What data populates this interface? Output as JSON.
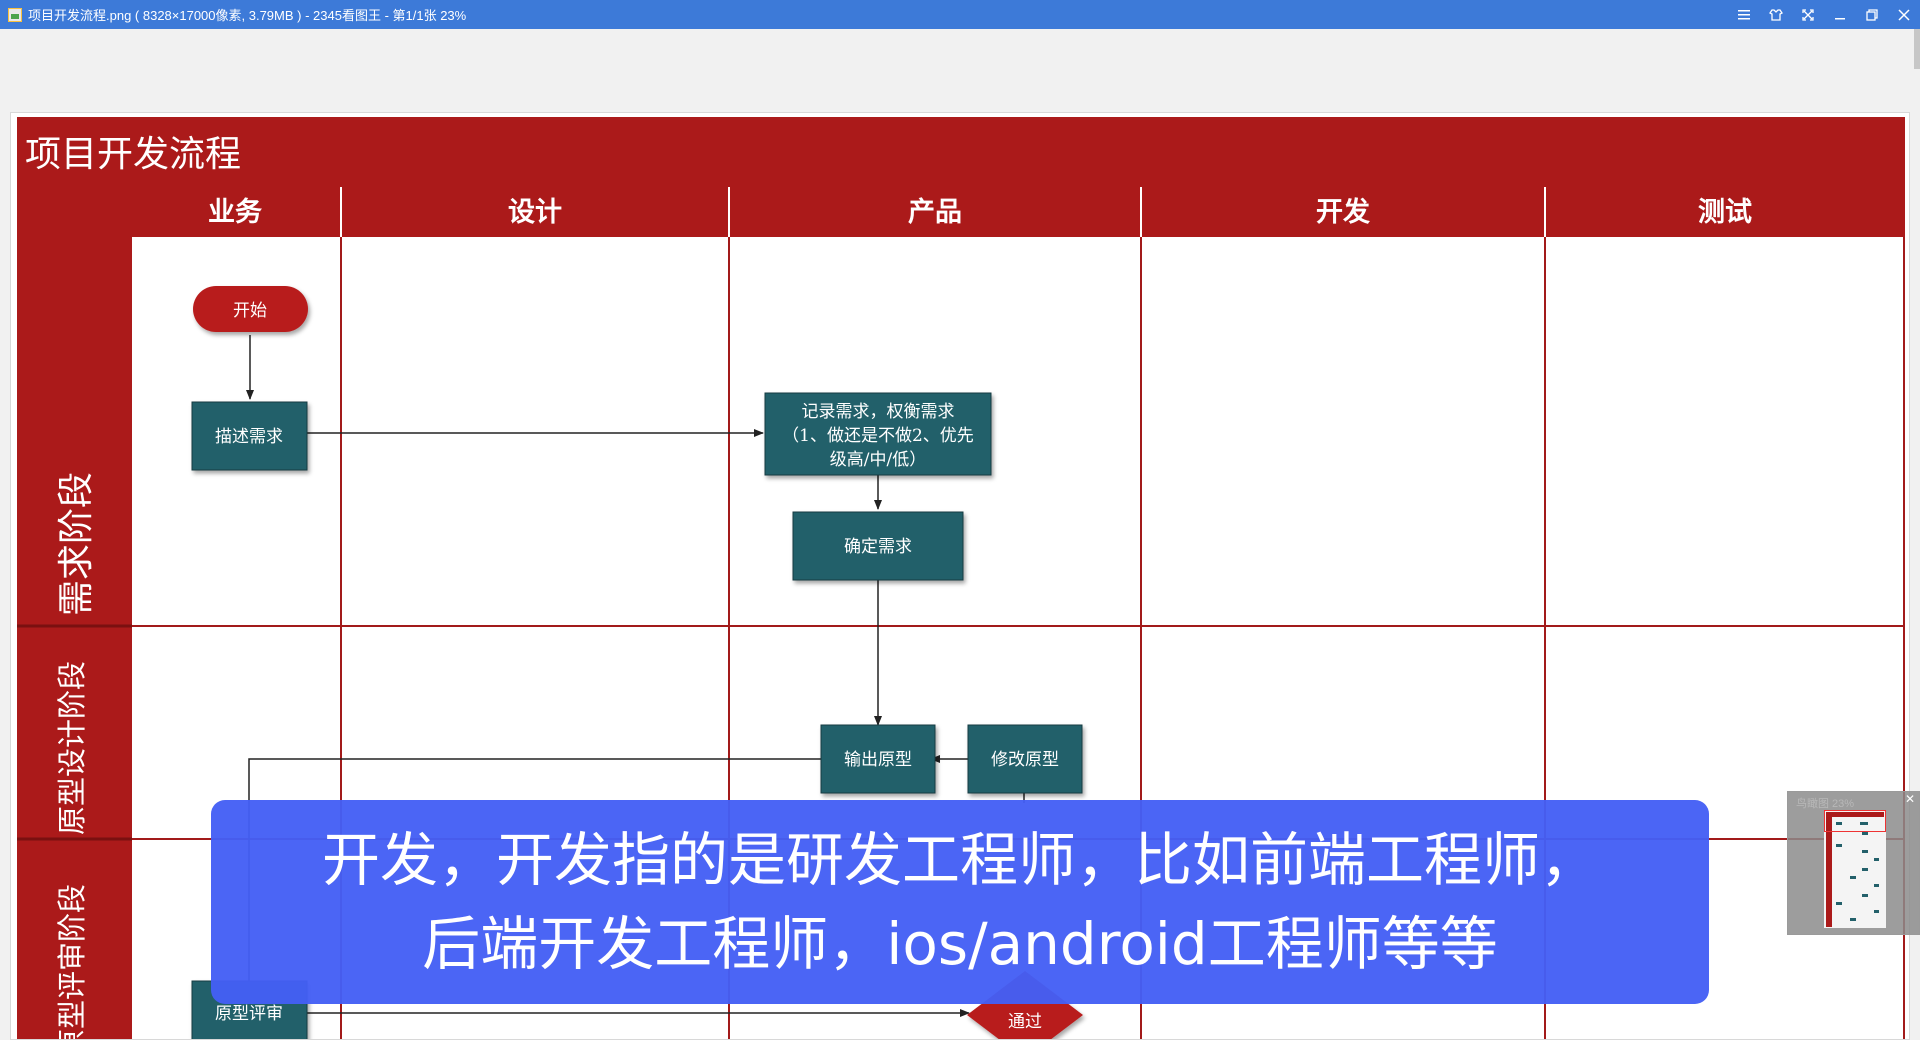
{
  "window": {
    "title": "项目开发流程.png ( 8328×17000像素, 3.79MB ) - 2345看图王 - 第1/1张 23%",
    "controls": [
      "menu-icon",
      "skin-icon",
      "fullscreen-icon",
      "minimize-icon",
      "restore-icon",
      "close-icon"
    ]
  },
  "diagram": {
    "title": "项目开发流程",
    "columns": [
      "业务",
      "设计",
      "产品",
      "开发",
      "测试"
    ],
    "phases": [
      "需求阶段",
      "原型设计阶段",
      "原型评审阶段"
    ],
    "nodes": {
      "start": "开始",
      "describe": "描述需求",
      "record_lines": [
        "记录需求，权衡需求",
        "（1、做还是不做2、优先",
        "级高/中/低）"
      ],
      "confirm": "确定需求",
      "output_proto": "输出原型",
      "modify_proto": "修改原型",
      "proto_review": "原型评审",
      "pass": "通过"
    },
    "colors": {
      "header_red": "#ab1a1a",
      "box_teal": "#23606a",
      "start_red": "#b81c1c"
    }
  },
  "subtitle": {
    "line1": "开发，开发指的是研发工程师，比如前端工程师，",
    "line2": "后端开发工程师，ios/android工程师等等"
  },
  "navigator": {
    "label": "鸟瞰图 23%"
  }
}
